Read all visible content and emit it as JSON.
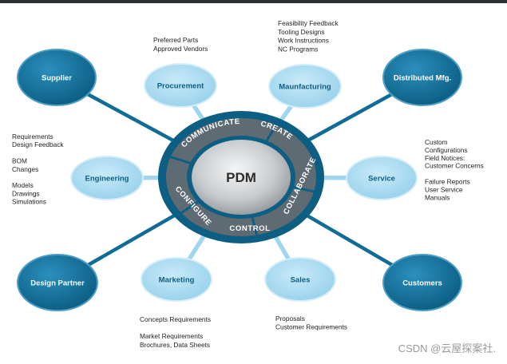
{
  "hub": {
    "label": "PDM"
  },
  "ring_labels": [
    "COMMUNICATE",
    "CREATE",
    "COLLABORATE",
    "CONTROL",
    "CONFIGURE"
  ],
  "nodes": [
    {
      "id": "supplier",
      "label": "Supplier",
      "kind": "outer"
    },
    {
      "id": "procurement",
      "label": "Procurement",
      "kind": "inner"
    },
    {
      "id": "manufacturing",
      "label": "Maunfacturing",
      "kind": "inner"
    },
    {
      "id": "distributed-mfg",
      "label": "Distributed Mfg.",
      "kind": "outer"
    },
    {
      "id": "engineering",
      "label": "Engineering",
      "kind": "inner"
    },
    {
      "id": "service",
      "label": "Service",
      "kind": "inner"
    },
    {
      "id": "design-partner",
      "label": "Design Partner",
      "kind": "outer"
    },
    {
      "id": "marketing",
      "label": "Marketing",
      "kind": "inner"
    },
    {
      "id": "sales",
      "label": "Sales",
      "kind": "inner"
    },
    {
      "id": "customers",
      "label": "Customers",
      "kind": "outer"
    }
  ],
  "annotations": [
    {
      "id": "procurement",
      "lines": [
        "Preferred Parts",
        "Approved Vendors"
      ]
    },
    {
      "id": "manufacturing",
      "lines": [
        "Feasibility Feedback",
        "Tooling Designs",
        "Work Instructions",
        "NC Programs"
      ]
    },
    {
      "id": "engineering",
      "lines": [
        "Requirements",
        "Design Feedback",
        "",
        "BOM",
        "Changes",
        "",
        "Models",
        "Drawings",
        "Simulations"
      ]
    },
    {
      "id": "service",
      "lines": [
        "Custom",
        "Configurations",
        "Field Notices:",
        "Customer Concerns",
        "",
        "Failure Reports",
        "User Service",
        "Manuals"
      ]
    },
    {
      "id": "marketing",
      "lines": [
        "Concepts Requirements",
        "",
        "Market Requirements",
        "Brochures, Data Sheets"
      ]
    },
    {
      "id": "sales",
      "lines": [
        "Proposals",
        "Customer Requirements"
      ]
    }
  ],
  "watermark": "CSDN @云屋探案社.",
  "colors": {
    "outer_node": "#0f6c95",
    "outer_node_edge": "#4d9fc4",
    "inner_node": "#a6d8ef",
    "inner_node_edge": "#d6eef9",
    "connector_dark": "#0f6c95",
    "connector_light": "#9fd6ee",
    "ring_outer": "#0d5e83",
    "ring_band": "#5f6b73",
    "hub_fill": "#c7cacc",
    "inner_text": "#0d5e83",
    "outer_text": "#ffffff"
  }
}
